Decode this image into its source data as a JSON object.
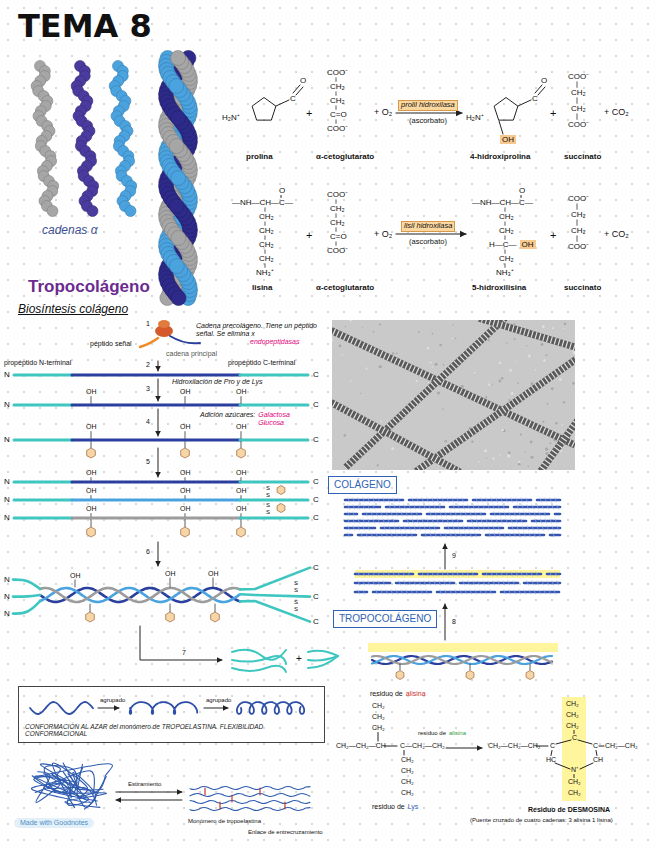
{
  "diagram": {
    "title": "TEMA 8",
    "nodes": [
      {
        "text": [
          "COLÁGENO"
        ]
      },
      {
        "text": [
          "TROPOCOLÁGENO"
        ]
      },
      {
        "text": [
          "CONFORMACIÓN AL AZAR del monómero de TROPOELASTINA. FLEXIBILIDAD CONFORMACIONAL"
        ]
      }
    ],
    "labels": [
      "cadenas α",
      "Tropocolágeno",
      "H₂N⁺",
      "C",
      "O",
      "prolina",
      "+",
      "COO⁻",
      "CH₂",
      "CH₂",
      "C=O",
      "COO⁻",
      "α-cetoglutarato",
      "+ O₂",
      "prolil hidroxilasa",
      "(ascorbato)",
      "H₂N⁺",
      "C",
      "O",
      "OH",
      "4-hidroxiprolina",
      "+",
      "COO⁻",
      "CH₂",
      "CH₂",
      "COO⁻",
      "succinato",
      "+ CO₂",
      "O",
      "—NH—CH—C—",
      "CH₂",
      "CH₂",
      "CH₂",
      "CH₂",
      "NH₃⁺",
      "lisina",
      "+",
      "COO⁻",
      "CH₂",
      "CH₂",
      "C=O",
      "COO⁻",
      "α-cetoglutarato",
      "+ O₂",
      "lisil hidroxilasa",
      "(ascorbato)",
      "O",
      "—NH—CH—C—",
      "CH₂",
      "CH₂",
      "H—C—",
      "OH",
      "CH₂",
      "NH₃⁺",
      "5-hidroxilisina",
      "+",
      "COO⁻",
      "CH₂",
      "CH₂",
      "COO⁻",
      "succinato",
      "+ CO₂",
      "Biosíntesis colágeno",
      "1",
      "péptido señal",
      "cadena principal",
      "propéptido N-terminal",
      "propéptido C-terminal",
      "Cadena precolágeno. Tiene un péptido señal. Se elimina x",
      "endopeptidasas",
      "2",
      "N",
      "C",
      "Hidroxilación de Pro y de Lys",
      "3",
      "N",
      "C",
      "OH",
      "OH",
      "OH",
      "4",
      "Adición azúcares:",
      "Galactosa",
      "Glucosa",
      "N",
      "C",
      "OH",
      "OH",
      "OH",
      "5",
      "N",
      "N",
      "N",
      "C",
      "C",
      "C",
      "OH",
      "OH",
      "OH",
      "OH",
      "OH",
      "OH",
      "OH",
      "OH",
      "OH",
      "S",
      "S",
      "S",
      "S",
      "6",
      "N",
      "N",
      "N",
      "C",
      "C",
      "C",
      "OH",
      "OH",
      "OH",
      "S",
      "S",
      "S",
      "S",
      "7",
      "+",
      "9",
      "8",
      "agrupado",
      "agrupado",
      "residuo de",
      "alisina",
      "CH₂",
      "CH₂",
      "CH₂",
      "CH₂—CH₂—CH",
      "C—CH₂—CH₂",
      "residuo de",
      "alisina",
      "CH₂",
      "CH₂",
      "CH₂",
      "CH₂",
      "residuo de",
      "Lys",
      "CH₂",
      "CH₂",
      "CH₂",
      "CH₂—CH₂—CH₂",
      "C",
      "C",
      "C",
      "CH₂—CH₂",
      "HC",
      "CH",
      "N⁺",
      "CH₂",
      "CH₂",
      "Residuo de DESMOSINA",
      "(Puente cruzado de cuatro cadenas: 3 alisina 1 lisina)",
      "Estiramiento",
      "Monómero de tropoelastina",
      "Enlace de entrecruzamiento",
      "Made with Goodnotes"
    ]
  }
}
